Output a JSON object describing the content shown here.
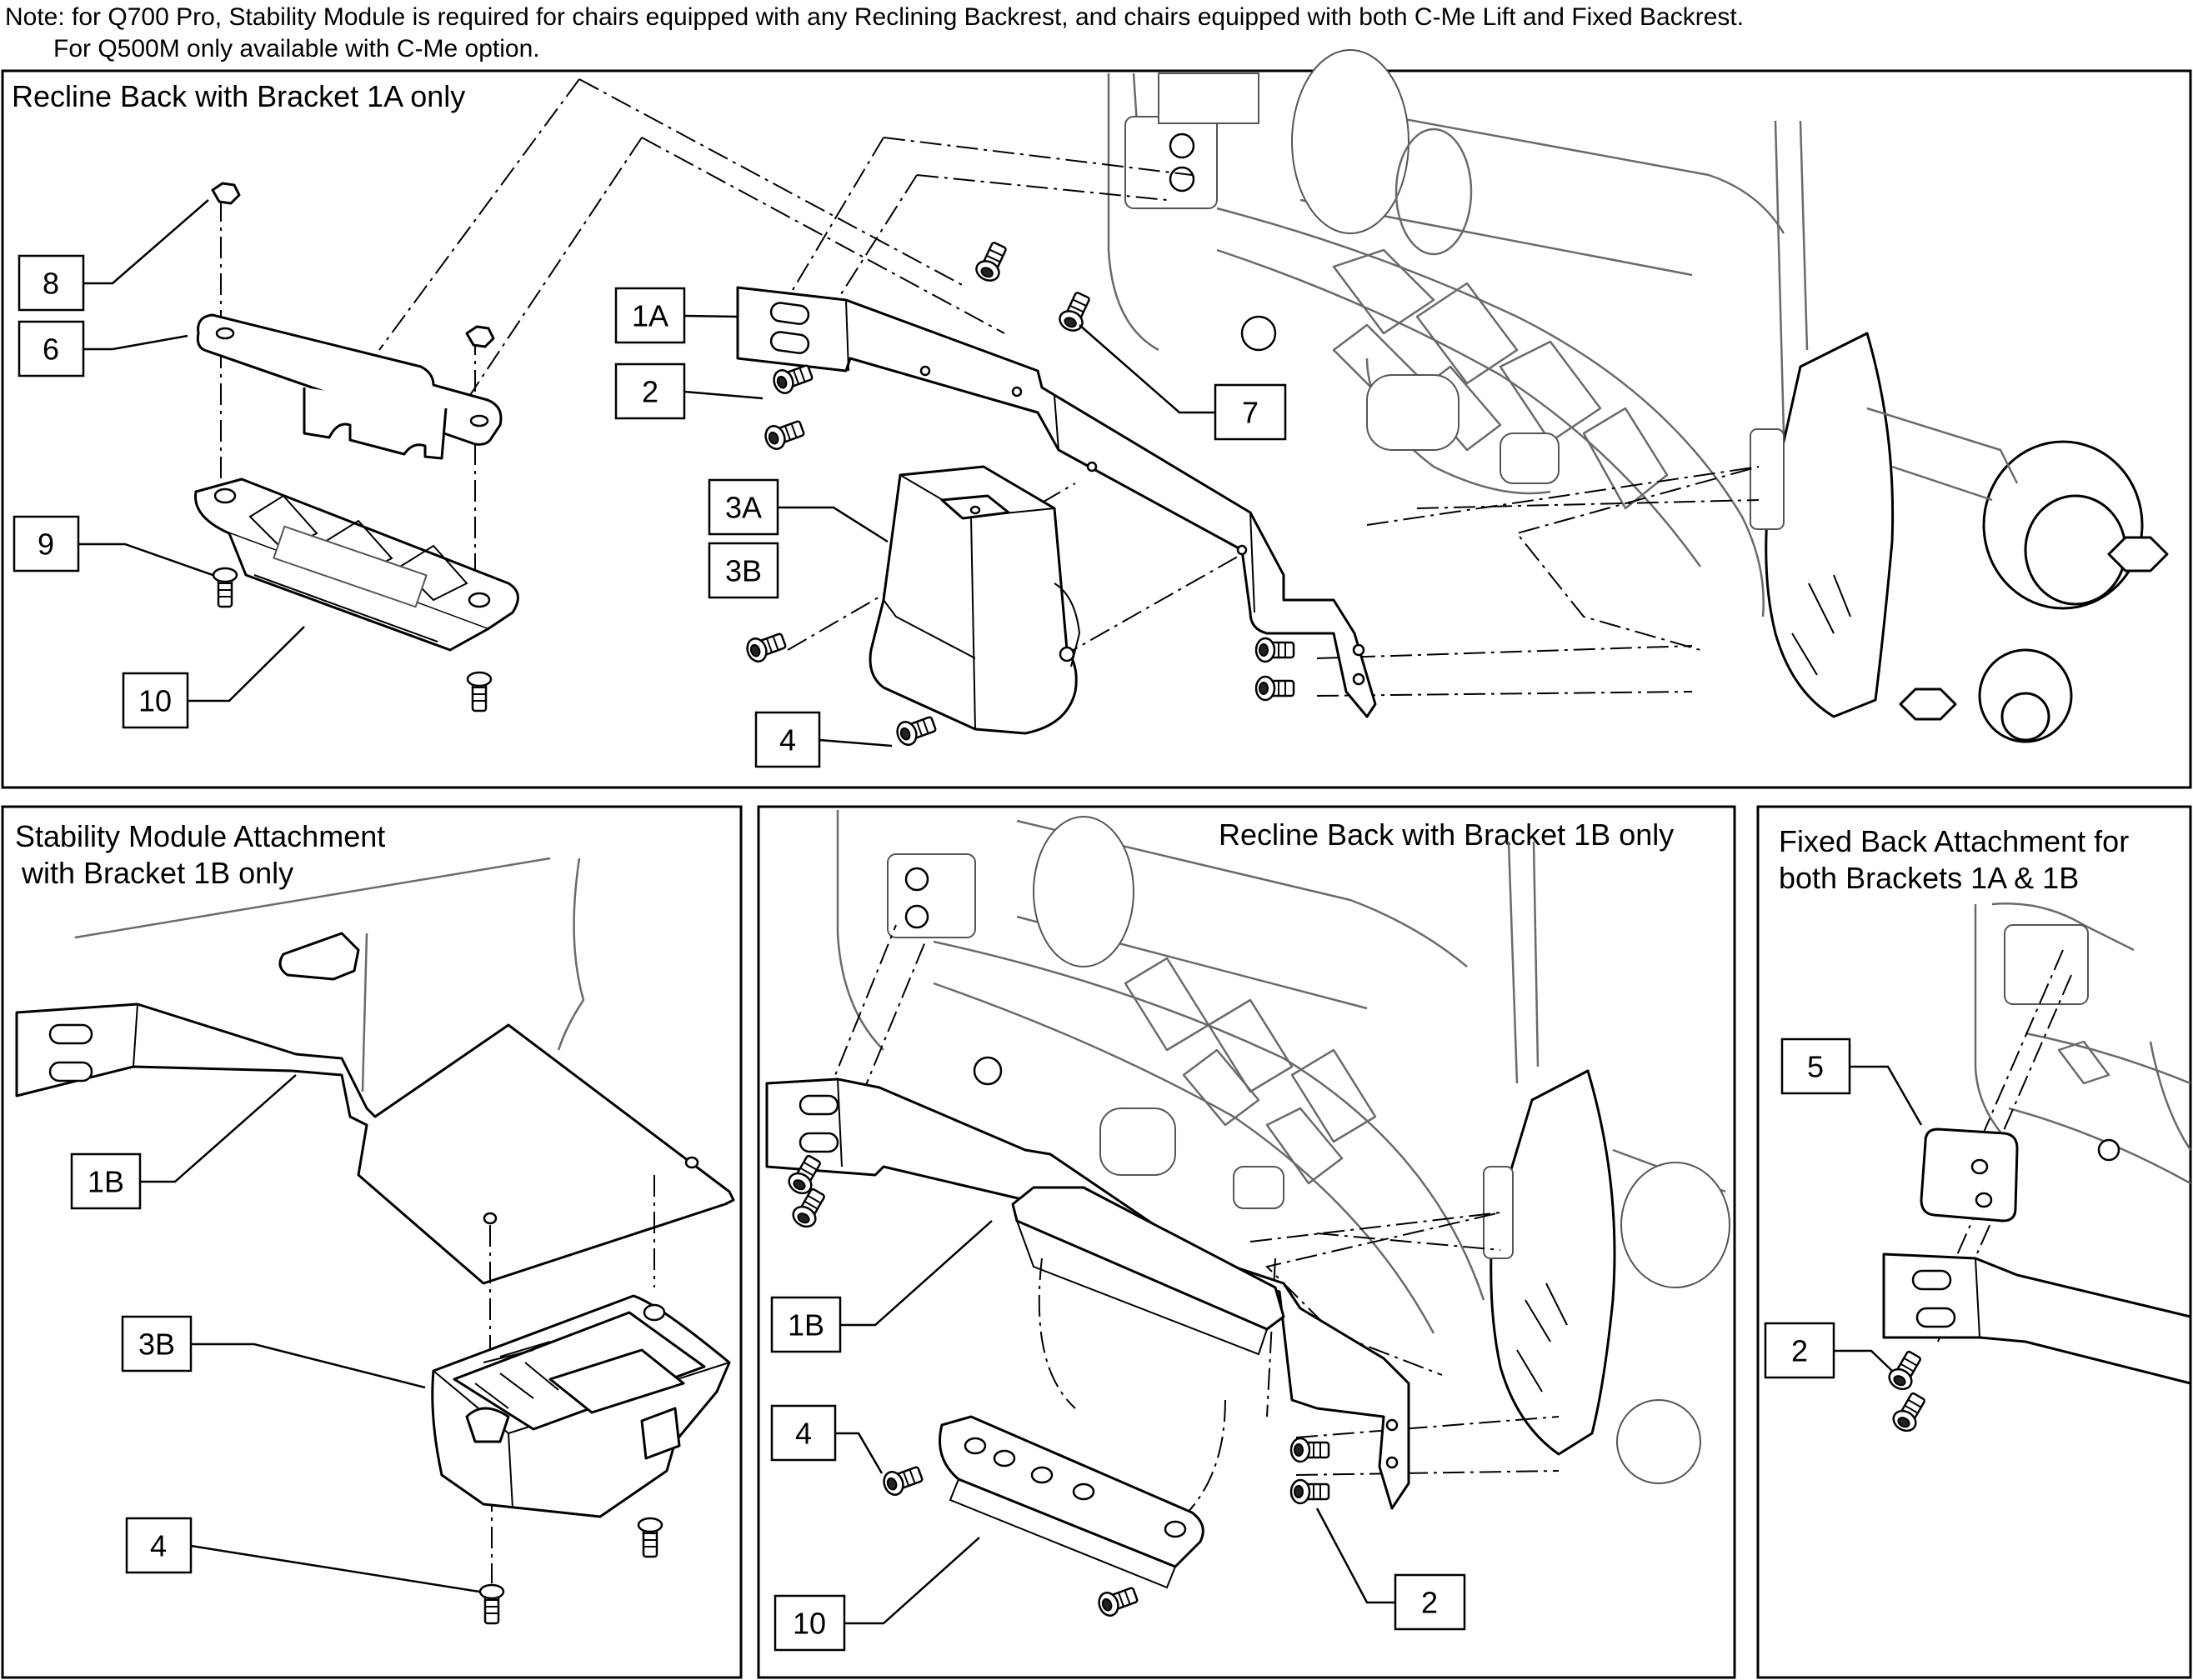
{
  "note": {
    "line1": "Note: for Q700 Pro, Stability Module is required for chairs equipped with any Reclining Backrest, and chairs equipped with both C-Me Lift and Fixed Backrest.",
    "line2": "For Q500M only available with C-Me option."
  },
  "panels": {
    "recline_1a": {
      "title": "Recline Back with Bracket 1A only",
      "callouts": [
        "8",
        "6",
        "9",
        "10",
        "1A",
        "2",
        "7",
        "3A",
        "3B",
        "4"
      ]
    },
    "stability_1b": {
      "title_line1": "Stability Module Attachment",
      "title_line2": "with Bracket 1B only",
      "callouts": [
        "1B",
        "3B",
        "4"
      ]
    },
    "recline_1b": {
      "title": "Recline Back with Bracket 1B only",
      "callouts": [
        "1B",
        "4",
        "10",
        "2"
      ]
    },
    "fixed_back": {
      "title_line1": "Fixed Back Attachment for",
      "title_line2": "both Brackets 1A & 1B",
      "callouts": [
        "5",
        "2"
      ]
    }
  }
}
